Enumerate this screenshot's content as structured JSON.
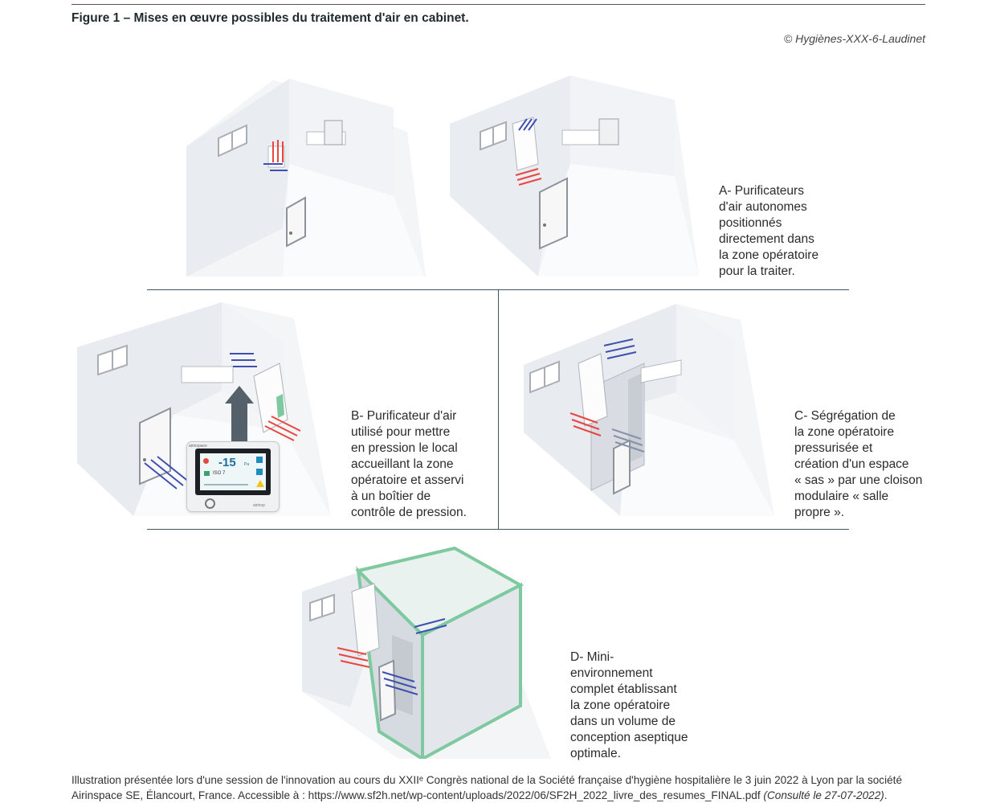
{
  "figure": {
    "title": "Figure 1 – Mises en œuvre possibles du traitement d'air en cabinet.",
    "copyright": "© Hygiènes-XXX-6-Laudinet"
  },
  "panels": {
    "A": {
      "caption_lines": [
        "A- Purificateurs",
        "d'air autonomes",
        "positionnés",
        "directement dans",
        "la zone opératoire",
        "pour la traiter."
      ]
    },
    "B": {
      "caption_lines": [
        "B- Purificateur d'air",
        "utilisé pour mettre",
        "en pression le local",
        "accueillant la zone",
        "opératoire et asservi",
        "à un boîtier de",
        "contrôle de pression."
      ],
      "control_box": {
        "brand": "airinspace",
        "pressure_value": "-15",
        "pressure_unit": "Pa",
        "iso_label": "ISO 7",
        "bottom_label": "airinsp"
      }
    },
    "C": {
      "caption_lines": [
        "C- Ségrégation de",
        "la zone opératoire",
        "pressurisée et",
        "création d'un espace",
        "« sas » par une cloison",
        "modulaire « salle",
        "propre »."
      ]
    },
    "D": {
      "caption_lines": [
        "D- Mini-",
        "environnement",
        "complet établissant",
        "la zone opératoire",
        "dans un volume de",
        "conception aseptique",
        "optimale."
      ]
    }
  },
  "footer": {
    "line1": "Illustration présentée lors d'une session de l'innovation au cours du XXIIᵉ Congrès national de la Société française d'hygiène hospitalière le 3 juin 2022 à Lyon par la société",
    "line2_normal": "Airinspace SE, Élancourt, France. Accessible à : https://www.sf2h.net/wp-content/uploads/2022/06/SF2H_2022_livre_des_resumes_FINAL.pdf",
    "line2_italic": "(Consulté le 27-07-2022)",
    "line2_end": "."
  },
  "colors": {
    "rule": "#3f5560",
    "arrow_red": "#e8463f",
    "arrow_blue": "#3e4fb0",
    "arrow_grey": "#8890a8",
    "module_green": "#7fc9a0",
    "room_wall": "#eef0f3",
    "floor": "#f4f5f7"
  }
}
